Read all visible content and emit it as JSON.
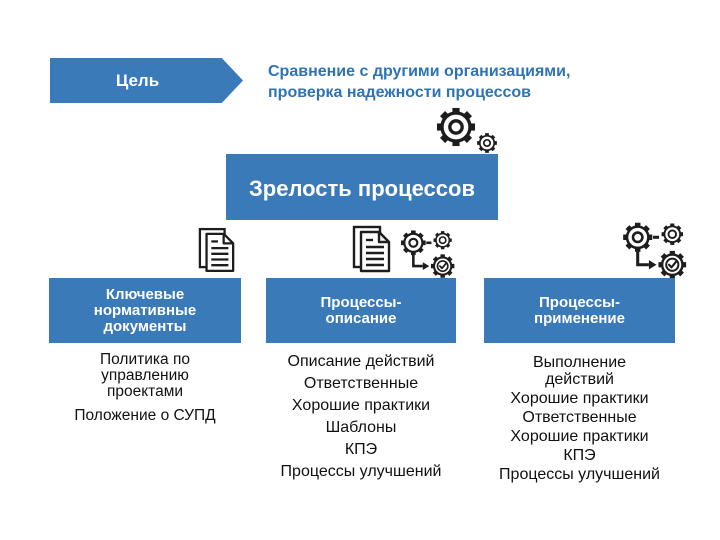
{
  "slide": {
    "goal": {
      "label": "Цель",
      "description": "Сравнение с другими организациями,\nпроверка надежности процессов"
    },
    "maturity": {
      "label": "Зрелость процессов"
    },
    "columns": [
      {
        "header": "Ключевые\nнормативные\nдокументы",
        "items": [
          "Политика по\nуправлению\nпроектами",
          "Положение о СУПД"
        ]
      },
      {
        "header": "Процессы-\nописание",
        "items": [
          "Описание действий",
          "Ответственные",
          "Хорошие практики",
          "Шаблоны",
          "КПЭ",
          "Процессы улучшений"
        ]
      },
      {
        "header": "Процессы-\nприменение",
        "items": [
          "Выполнение\nдействий",
          "Хорошие практики",
          "Ответственные",
          "Хорошие практики",
          "КПЭ",
          "Процессы улучшений"
        ]
      }
    ],
    "icons": {
      "top": "gears-icon",
      "col1": [
        "documents-icon"
      ],
      "col2": [
        "documents-icon",
        "process-icon"
      ],
      "col3": [
        "process-icon"
      ]
    },
    "colors": {
      "shape_blue": "#3a7ab9",
      "text_blue": "#2e74b5",
      "icon_ink": "#1d1d1d"
    }
  }
}
